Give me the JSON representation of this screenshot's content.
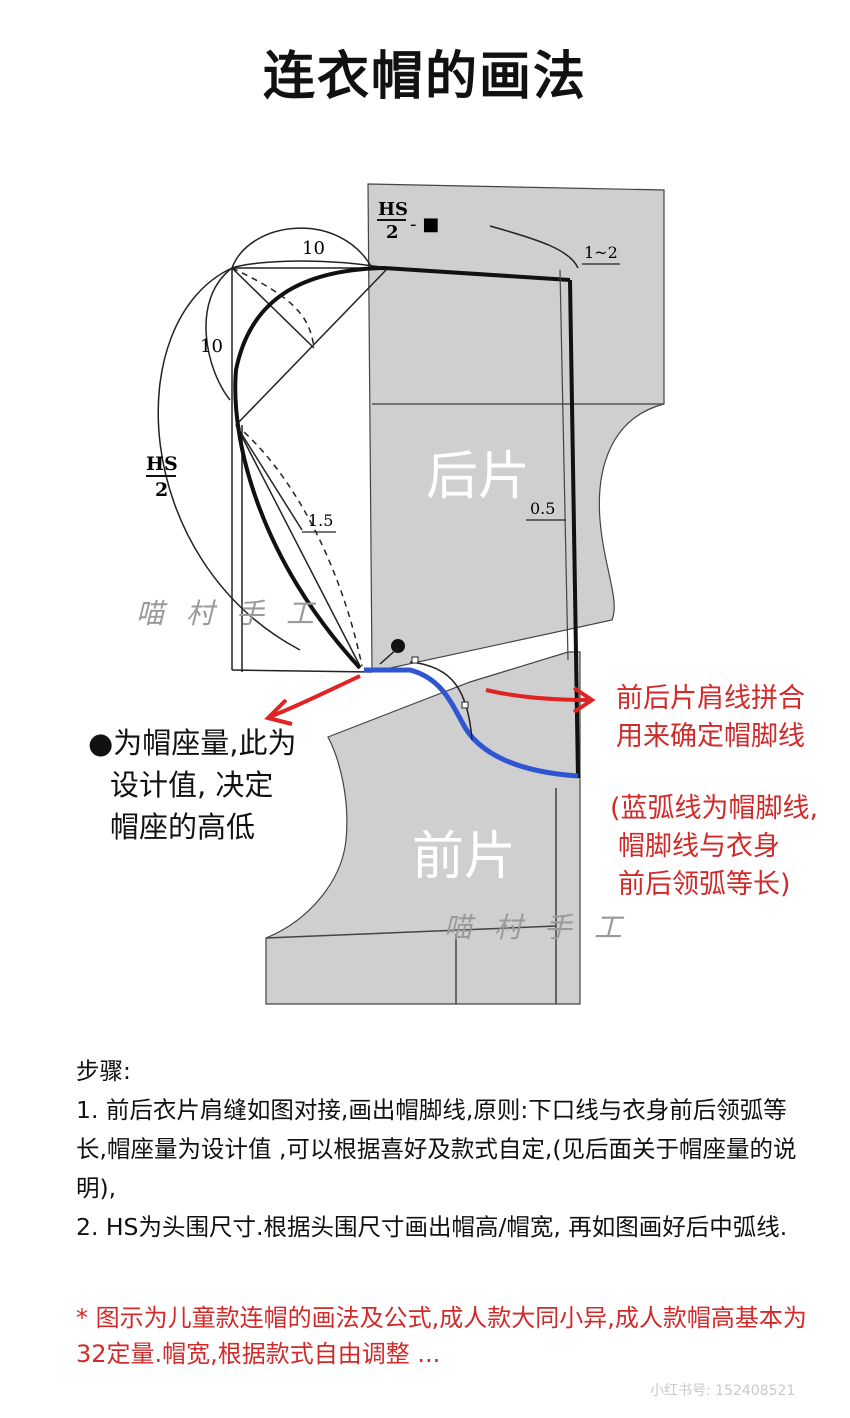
{
  "title": "连衣帽的画法",
  "diagram": {
    "panel_back_label": "后片",
    "panel_front_label": "前片",
    "dim_top": "10",
    "dim_side": "10",
    "dim_hs_num": "HS",
    "dim_hs_den": "2",
    "dim_hs_top_num": "HS",
    "dim_hs_top_den": "2",
    "dim_hs_top_suffix": "- ■",
    "dim_1_2": "1~2",
    "dim_1_5": "1.5",
    "dim_0_5": "0.5",
    "watermark": "喵村手工",
    "colors": {
      "panel": "#cfcfcf",
      "hood_foot": "#2f55d4",
      "arrow": "#e02424",
      "note_red": "#d12a2a"
    }
  },
  "notes": {
    "dot_line1": "●为帽座量,此为",
    "dot_line2": "设计值, 决定",
    "dot_line3": "帽座的高低",
    "shoulder_line1": "前后片肩线拼合",
    "shoulder_line2": "用来确定帽脚线",
    "blue_line1": "(蓝弧线为帽脚线,",
    "blue_line2": "帽脚线与衣身",
    "blue_line3": "前后领弧等长)"
  },
  "steps": {
    "heading": "步骤:",
    "step1": "1. 前后衣片肩缝如图对接,画出帽脚线,原则:下口线与衣身前后领弧等长,帽座量为设计值 ,可以根据喜好及款式自定,(见后面关于帽座量的说明),",
    "step2": "2. HS为头围尺寸.根据头围尺寸画出帽高/帽宽, 再如图画好后中弧线."
  },
  "footnote": "* 图示为儿童款连帽的画法及公式,成人款大同小异,成人款帽高基本为32定量.帽宽,根据款式自由调整 ...",
  "signature": "小红书号: 152408521"
}
